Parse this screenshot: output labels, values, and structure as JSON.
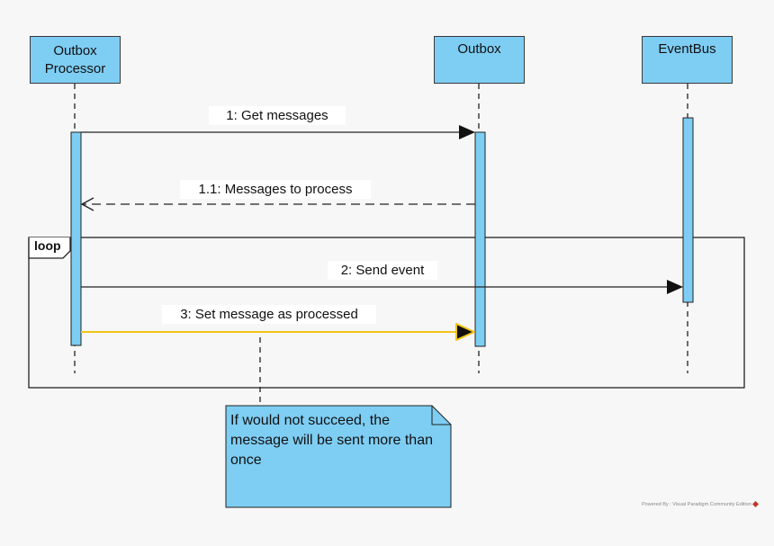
{
  "lifelines": [
    {
      "id": "outbox-processor",
      "label": "Outbox\nProcessor"
    },
    {
      "id": "outbox",
      "label": "Outbox"
    },
    {
      "id": "eventbus",
      "label": "EventBus"
    }
  ],
  "messages": [
    {
      "number": "1",
      "label": "1: Get messages",
      "style": "synchronous"
    },
    {
      "number": "1.1",
      "label": "1.1: Messages to process",
      "style": "return-dashed"
    },
    {
      "number": "2",
      "label": "2: Send event",
      "style": "synchronous"
    },
    {
      "number": "3",
      "label": "3: Set message as processed",
      "style": "synchronous-highlighted"
    }
  ],
  "fragment": {
    "operator": "loop"
  },
  "note": {
    "text": "If would not succeed, the message will be sent more than once"
  },
  "watermark": {
    "text": "Powered By : Visual Paradigm Community Edition"
  },
  "colors": {
    "lifeline_fill": "#7ecdf3",
    "highlight_message": "#f0c419",
    "background": "#f7f7f7"
  }
}
